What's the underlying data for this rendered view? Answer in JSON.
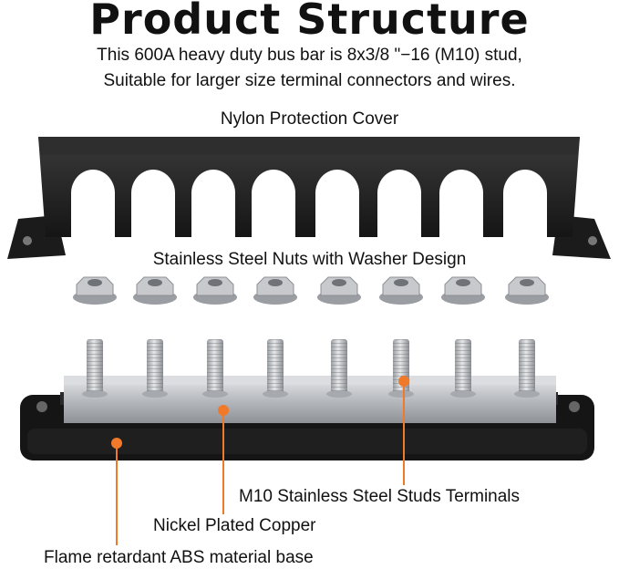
{
  "title": "Product Structure",
  "subtitle_line1": "This 600A heavy duty bus bar is 8x3/8 \"−16 (M10) stud,",
  "subtitle_line2": "Suitable for larger size terminal connectors and wires.",
  "labels": {
    "cover": "Nylon Protection Cover",
    "nuts": "Stainless Steel Nuts with Washer Design",
    "studs": "M10 Stainless Steel Studs Terminals",
    "copper": "Nickel Plated Copper",
    "base": "Flame retardant ABS material base"
  },
  "colors": {
    "accent": "#f07a2a",
    "cover": "#1c1c1c",
    "steel": "#b9bcc0",
    "base": "#161616"
  },
  "counts": {
    "studs": 8,
    "nuts": 8,
    "cover_holes": 8
  }
}
